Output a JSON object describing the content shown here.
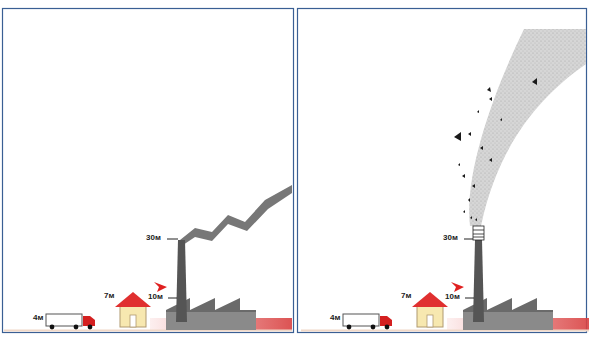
{
  "diagram": {
    "labels": [
      "30м",
      "7м",
      "10м",
      "4м",
      "30м",
      "7м",
      "10м",
      "4м"
    ]
  }
}
